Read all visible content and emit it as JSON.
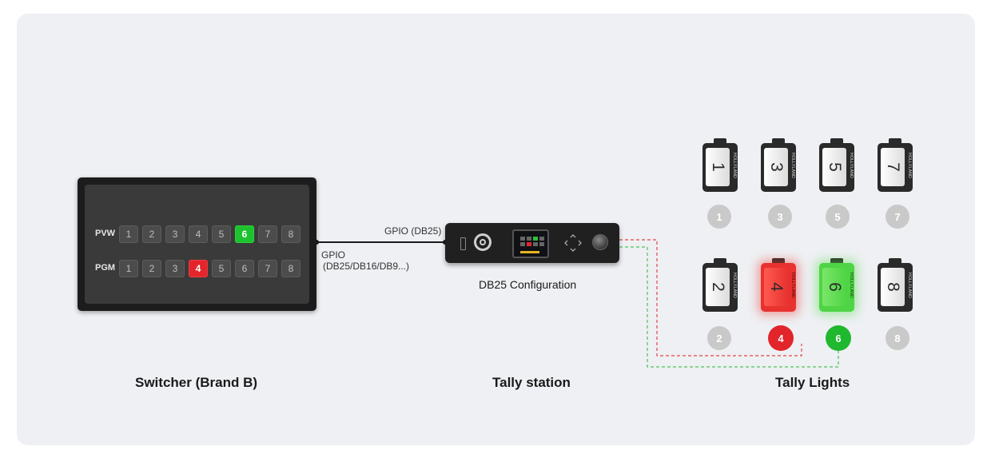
{
  "switcher": {
    "title": "Switcher (Brand B)",
    "pvw_label": "PVW",
    "pgm_label": "PGM",
    "pvw_keys": [
      "1",
      "2",
      "3",
      "4",
      "5",
      "6",
      "7",
      "8"
    ],
    "pgm_keys": [
      "1",
      "2",
      "3",
      "4",
      "5",
      "6",
      "7",
      "8"
    ],
    "pvw_active": "6",
    "pgm_active": "4"
  },
  "connections": {
    "switcher_out_line1": "GPIO",
    "switcher_out_line2": "(DB25/DB16/DB9...)",
    "station_in": "GPIO (DB25)"
  },
  "station": {
    "title": "Tally station",
    "config_label": "DB25 Configuration"
  },
  "tally": {
    "title": "Tally Lights",
    "brand_text": "HOLLYLAND",
    "lights": [
      {
        "id": "1",
        "state": "off"
      },
      {
        "id": "3",
        "state": "off"
      },
      {
        "id": "5",
        "state": "off"
      },
      {
        "id": "7",
        "state": "off"
      },
      {
        "id": "2",
        "state": "off"
      },
      {
        "id": "4",
        "state": "program"
      },
      {
        "id": "6",
        "state": "preview"
      },
      {
        "id": "8",
        "state": "off"
      }
    ]
  },
  "colors": {
    "background_panel": "#eef0f3",
    "program_red": "#e2242b",
    "preview_green": "#1fb82e",
    "wire_red": "#e0474b",
    "wire_green": "#4cc25a"
  }
}
